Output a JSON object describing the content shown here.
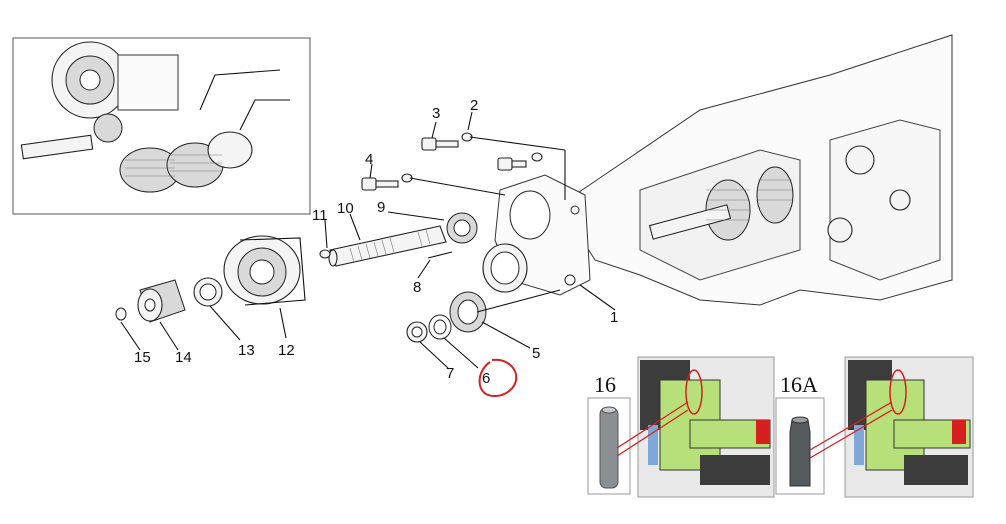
{
  "callouts": [
    {
      "id": "1",
      "label": "1"
    },
    {
      "id": "2",
      "label": "2"
    },
    {
      "id": "3",
      "label": "3"
    },
    {
      "id": "4",
      "label": "4"
    },
    {
      "id": "5",
      "label": "5"
    },
    {
      "id": "6",
      "label": "6"
    },
    {
      "id": "7",
      "label": "7"
    },
    {
      "id": "8",
      "label": "8"
    },
    {
      "id": "9",
      "label": "9"
    },
    {
      "id": "10",
      "label": "10"
    },
    {
      "id": "11",
      "label": "11"
    },
    {
      "id": "12",
      "label": "12"
    },
    {
      "id": "13",
      "label": "13"
    },
    {
      "id": "14",
      "label": "14"
    },
    {
      "id": "15",
      "label": "15"
    }
  ],
  "inset_tool_labels": {
    "tool_a": "16",
    "tool_b": "16A"
  },
  "highlight": {
    "circled_part": "6",
    "color": "#d62020"
  },
  "colors": {
    "cutaway_green": "#b8e07a",
    "cutaway_dark": "#3c3c3c",
    "cutaway_red": "#d62020",
    "cutaway_blue": "#7fa8d6",
    "tool_grey": "#8a8f94"
  }
}
